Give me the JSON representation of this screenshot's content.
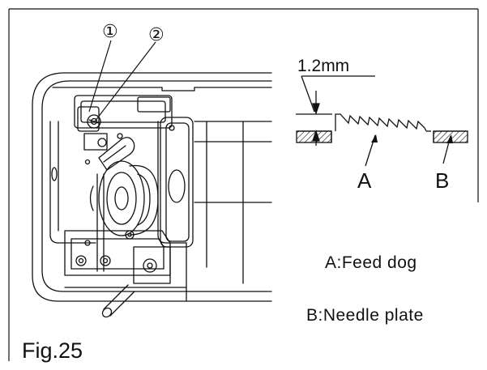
{
  "callouts": {
    "one": "①",
    "two": "②"
  },
  "dimension": {
    "label": "1.2mm"
  },
  "parts": {
    "a_letter": "A",
    "b_letter": "B"
  },
  "legend": {
    "a": "A:Feed dog",
    "b": "B:Needle plate"
  },
  "figure": {
    "caption": "Fig.25"
  },
  "colors": {
    "ink": "#111111",
    "paper": "#ffffff"
  }
}
